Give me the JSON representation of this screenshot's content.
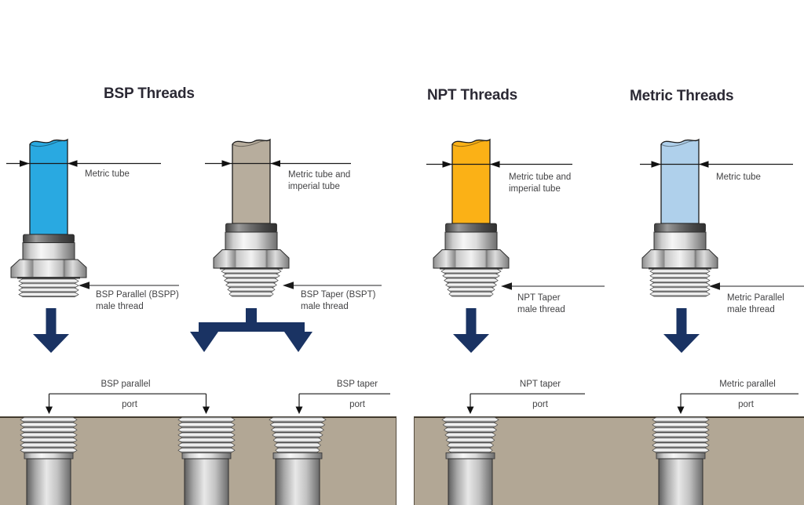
{
  "titles": [
    {
      "text": "BSP Threads"
    },
    {
      "text": "NPT Threads"
    },
    {
      "text": "Metric Threads"
    }
  ],
  "fittings": [
    {
      "name": "bsp-parallel",
      "tube_label": [
        "Metric tube"
      ],
      "thread_label": [
        "BSP Parallel (BSPP)",
        "male thread"
      ],
      "tube_color": "#29a9e1"
    },
    {
      "name": "bsp-taper",
      "tube_label": [
        "Metric tube and",
        "imperial tube"
      ],
      "thread_label": [
        "BSP Taper (BSPT)",
        "male thread"
      ],
      "tube_color": "#b7ad9d"
    },
    {
      "name": "npt-taper",
      "tube_label": [
        "Metric tube and",
        "imperial tube"
      ],
      "thread_label": [
        "NPT Taper",
        "male thread"
      ],
      "tube_color": "#fbb116"
    },
    {
      "name": "metric-parallel",
      "tube_label": [
        "Metric tube"
      ],
      "thread_label": [
        "Metric Parallel",
        "male thread"
      ],
      "tube_color": "#afd0eb"
    }
  ],
  "ports": [
    {
      "name": "bsp-parallel-port",
      "label": "BSP parallel",
      "word": "port"
    },
    {
      "name": "bsp-taper-port",
      "label": "BSP taper",
      "word": "port"
    },
    {
      "name": "npt-taper-port",
      "label": "NPT taper",
      "word": "port"
    },
    {
      "name": "metric-parallel-port",
      "label": "Metric parallel",
      "word": "port"
    }
  ],
  "colors": {
    "navy_arrow": "#1a3363",
    "block_tan": "#b2a795",
    "label_text": "#434345",
    "title_text": "#2b2934"
  }
}
